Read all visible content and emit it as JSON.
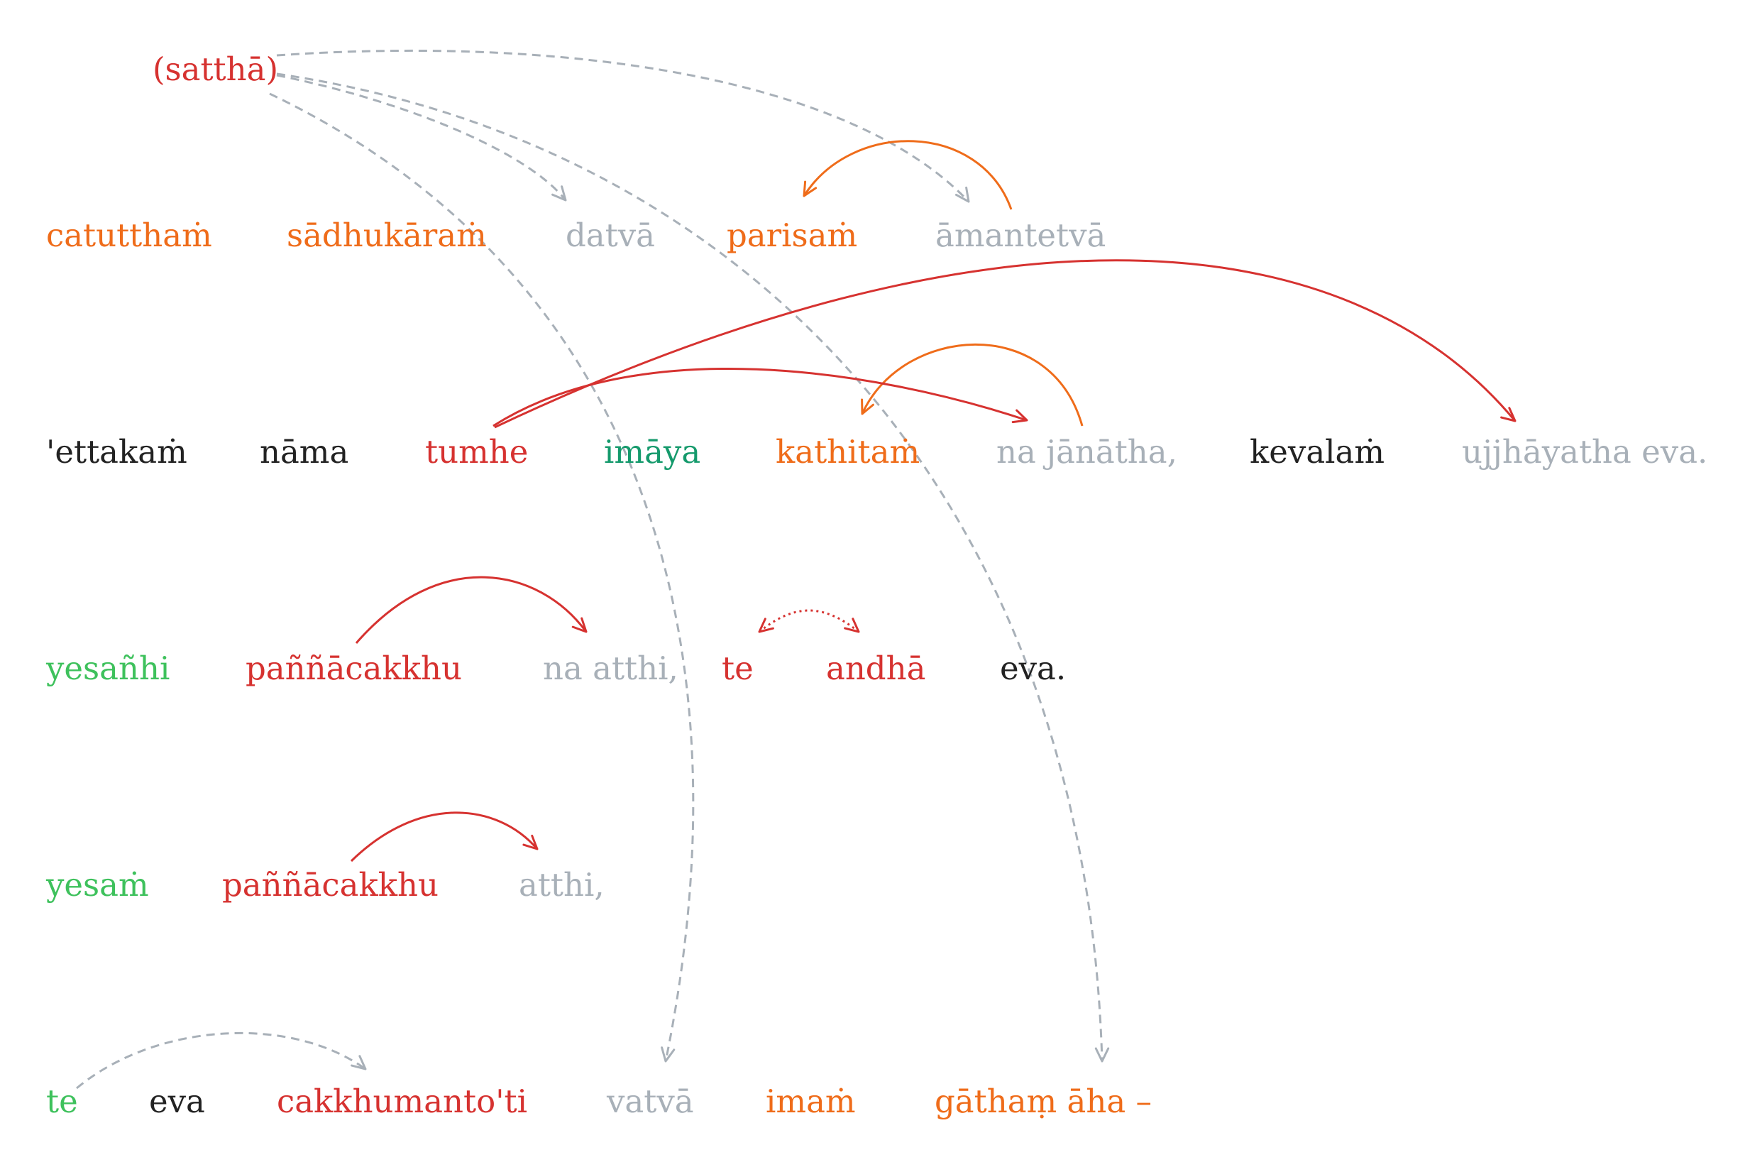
{
  "colors": {
    "red": "#d63230",
    "orange": "#ef6c1a",
    "gray": "#a8b0b8",
    "black": "#222222",
    "teal": "#159a6c",
    "green": "#3ec15c"
  },
  "subject": {
    "text": "(satthā)",
    "color": "red"
  },
  "lines": [
    {
      "words": [
        {
          "text": "catutthaṁ",
          "color": "orange"
        },
        {
          "text": "sādhukāraṁ",
          "color": "orange"
        },
        {
          "text": "datvā",
          "color": "gray"
        },
        {
          "text": "parisaṁ",
          "color": "orange"
        },
        {
          "text": "āmantetvā",
          "color": "gray"
        }
      ]
    },
    {
      "words": [
        {
          "text": "'ettakaṁ",
          "color": "black"
        },
        {
          "text": "nāma",
          "color": "black"
        },
        {
          "text": "tumhe",
          "color": "red"
        },
        {
          "text": "imāya",
          "color": "teal"
        },
        {
          "text": "kathitaṁ",
          "color": "orange"
        },
        {
          "text": "na jānātha,",
          "color": "gray"
        },
        {
          "text": "kevalaṁ",
          "color": "black"
        },
        {
          "text": "ujjhāyatha eva.",
          "color": "gray"
        }
      ]
    },
    {
      "words": [
        {
          "text": "yesañhi",
          "color": "green"
        },
        {
          "text": "paññācakkhu",
          "color": "red"
        },
        {
          "text": "na atthi,",
          "color": "gray"
        },
        {
          "text": "te",
          "color": "red"
        },
        {
          "text": "andhā",
          "color": "red"
        },
        {
          "text": "eva.",
          "color": "black"
        }
      ]
    },
    {
      "words": [
        {
          "text": "yesaṁ",
          "color": "green"
        },
        {
          "text": "paññācakkhu",
          "color": "red"
        },
        {
          "text": "atthi,",
          "color": "gray"
        }
      ]
    },
    {
      "words": [
        {
          "text": "te",
          "color": "green"
        },
        {
          "text": "eva",
          "color": "black"
        },
        {
          "text": "cakkhumanto'ti",
          "color": "red"
        },
        {
          "text": "vatvā",
          "color": "gray"
        },
        {
          "text": "imaṁ",
          "color": "orange"
        },
        {
          "text": "gāthaṃ āha –",
          "color": "orange"
        }
      ]
    }
  ],
  "arcs": [
    {
      "from": "subject",
      "to": "0.2",
      "color": "gray",
      "style": "dashed"
    },
    {
      "from": "subject",
      "to": "0.4",
      "color": "gray",
      "style": "dashed"
    },
    {
      "from": "subject",
      "to": "4.3",
      "color": "gray",
      "style": "dashed"
    },
    {
      "from": "subject",
      "to": "4.5",
      "color": "gray",
      "style": "dashed"
    },
    {
      "from": "0.4",
      "to": "0.3",
      "color": "orange",
      "style": "solid"
    },
    {
      "from": "1.5",
      "to": "1.4",
      "color": "orange",
      "style": "solid"
    },
    {
      "from": "1.2",
      "to": "1.5",
      "color": "red",
      "style": "solid"
    },
    {
      "from": "1.2",
      "to": "1.7",
      "color": "red",
      "style": "solid"
    },
    {
      "from": "2.1",
      "to": "2.2",
      "color": "red",
      "style": "solid"
    },
    {
      "from": "2.3",
      "to": "2.4",
      "color": "red",
      "style": "dotted",
      "bidirectional": true
    },
    {
      "from": "3.1",
      "to": "3.2",
      "color": "red",
      "style": "solid"
    },
    {
      "from": "4.0",
      "to": "4.2",
      "color": "gray",
      "style": "dashed"
    }
  ]
}
